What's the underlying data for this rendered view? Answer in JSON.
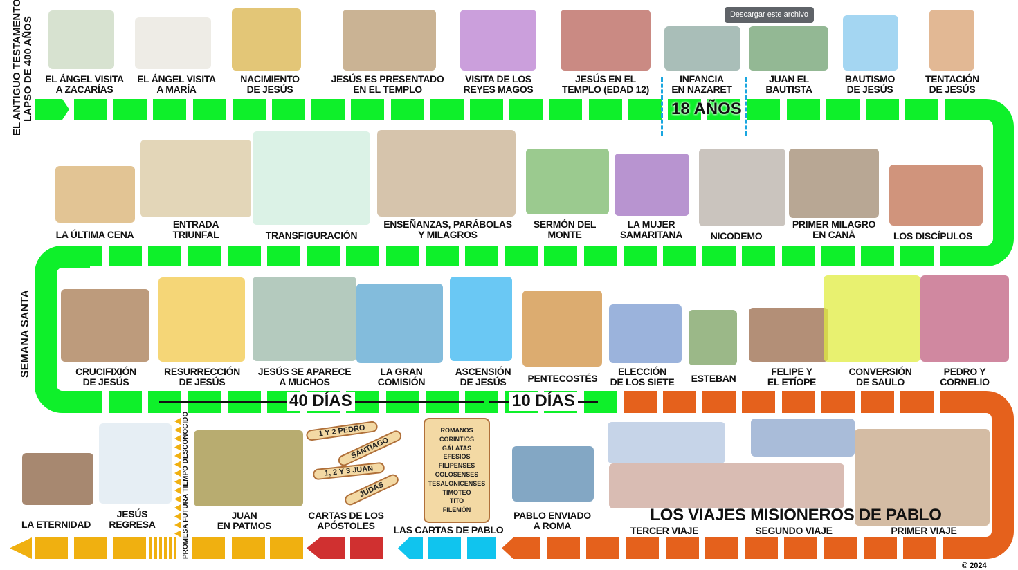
{
  "tooltip": "Descargar este archivo",
  "side_labels": {
    "ot_line1": "EL ANTIGUO TESTAMENTO",
    "ot_line2": "LAPSO DE 400 AÑOS",
    "semana": "SEMANA SANTA",
    "promesa": "PROMESA FUTURA TIEMPO DESCONOCIDO"
  },
  "spans": {
    "years18": "18 AÑOS",
    "days40": "40 DÍAS",
    "days10": "10 DÍAS"
  },
  "row1": [
    {
      "l1": "EL ÁNGEL VISITA",
      "l2": "A  ZACARÍAS"
    },
    {
      "l1": "EL ÁNGEL VISITA",
      "l2": "A  MARÍA"
    },
    {
      "l1": "NACIMIENTO",
      "l2": "DE JESÚS"
    },
    {
      "l1": "JESÚS ES PRESENTADO",
      "l2": "EN EL TEMPLO"
    },
    {
      "l1": "VISITA DE LOS",
      "l2": "REYES MAGOS"
    },
    {
      "l1": "JESÚS EN EL",
      "l2": "TEMPLO (EDAD 12)"
    },
    {
      "l1": "INFANCIA",
      "l2": "EN NAZARET"
    },
    {
      "l1": "JUAN EL",
      "l2": "BAUTISTA"
    },
    {
      "l1": "BAUTISMO",
      "l2": "DE JESÚS"
    },
    {
      "l1": "TENTACIÓN",
      "l2": "DE JESÚS"
    }
  ],
  "row2": [
    {
      "l1": "LA ÚLTIMA CENA",
      "l2": ""
    },
    {
      "l1": "ENTRADA",
      "l2": "TRIUNFAL"
    },
    {
      "l1": "TRANSFIGURACIÓN",
      "l2": ""
    },
    {
      "l1": "ENSEÑANZAS, PARÁBOLAS",
      "l2": "Y MILAGROS"
    },
    {
      "l1": "SERMÓN DEL",
      "l2": "MONTE"
    },
    {
      "l1": "LA MUJER",
      "l2": "SAMARITANA"
    },
    {
      "l1": "NICODEMO",
      "l2": ""
    },
    {
      "l1": "PRIMER MILAGRO",
      "l2": "EN CANÁ"
    },
    {
      "l1": "LOS DISCÍPULOS",
      "l2": ""
    }
  ],
  "row3": [
    {
      "l1": "CRUCIFIXIÓN",
      "l2": "DE JESÚS"
    },
    {
      "l1": "RESURRECCIÓN",
      "l2": "DE JESÚS"
    },
    {
      "l1": "JESÚS SE APARECE",
      "l2": "A MUCHOS"
    },
    {
      "l1": "LA GRAN",
      "l2": "COMISIÓN"
    },
    {
      "l1": "ASCENSIÓN",
      "l2": "DE JESÚS"
    },
    {
      "l1": "PENTECOSTÉS",
      "l2": ""
    },
    {
      "l1": "ELECCIÓN",
      "l2": "DE LOS SIETE"
    },
    {
      "l1": "ESTEBAN",
      "l2": ""
    },
    {
      "l1": "FELIPE Y",
      "l2": "EL ETÍOPE"
    },
    {
      "l1": "CONVERSIÓN",
      "l2": "DE SAULO"
    },
    {
      "l1": "PEDRO Y",
      "l2": "CORNELIO"
    }
  ],
  "row4": [
    {
      "l1": "LA ETERNIDAD",
      "l2": ""
    },
    {
      "l1": "JESÚS",
      "l2": "REGRESA"
    },
    {
      "l1": "JUAN",
      "l2": "EN PATMOS"
    },
    {
      "l1": "CARTAS DE LOS",
      "l2": "APÓSTOLES"
    },
    {
      "l1": "LAS CARTAS DE PABLO",
      "l2": ""
    },
    {
      "l1": "PABLO ENVIADO",
      "l2": "A ROMA"
    }
  ],
  "missions": {
    "title": "LOS VIAJES MISIONEROS DE PABLO",
    "third": "TERCER VIAJE",
    "second": "SEGUNDO VIAJE",
    "first": "PRIMER VIAJE"
  },
  "apostle_scrolls": [
    "1 Y 2 PEDRO",
    "SANTIAGO",
    "1, 2 Y 3 JUAN",
    "JUDAS"
  ],
  "pablo_letters": [
    "ROMANOS",
    "CORINTIOS",
    "GÁLATAS",
    "EFESIOS",
    "FILIPENSES",
    "COLOSENSES",
    "TESALONICENSES",
    "TIMOTEO",
    "TITO",
    "FILEMÓN"
  ],
  "footer": {
    "copyright": "© 2024"
  },
  "colors": {
    "green": "#0ef02a",
    "orange": "#e5611c",
    "yellow": "#f0b010",
    "red": "#d03030",
    "cyan": "#10c4ee"
  }
}
